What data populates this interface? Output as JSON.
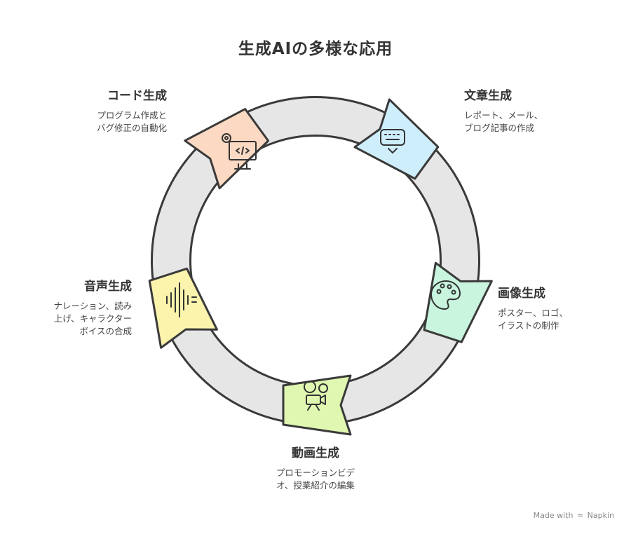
{
  "title": "生成AIの多様な応用",
  "segments": [
    {
      "name": "コード生成",
      "desc_lines": [
        "プログラム作成と",
        "バグ修正の自動化"
      ],
      "color": "#fcd9c2",
      "icon": "code-gear-monitor-icon"
    },
    {
      "name": "文章生成",
      "desc_lines": [
        "レポート、メール、",
        "ブログ記事の作成"
      ],
      "color": "#cfeefc",
      "icon": "keyboard-icon"
    },
    {
      "name": "画像生成",
      "desc_lines": [
        "ポスター、ロゴ、",
        "イラストの制作"
      ],
      "color": "#c9f5df",
      "icon": "palette-icon"
    },
    {
      "name": "動画生成",
      "desc_lines": [
        "プロモーションビデ",
        "オ、授業紹介の編集"
      ],
      "color": "#dff7b0",
      "icon": "video-camera-icon"
    },
    {
      "name": "音声生成",
      "desc_lines": [
        "ナレーション、読み",
        "上げ、キャラクター",
        "ボイスの合成"
      ],
      "color": "#fcf4ad",
      "icon": "sound-wave-icon"
    }
  ],
  "footer": {
    "made_with": "Made with",
    "brand": "Napkin"
  }
}
